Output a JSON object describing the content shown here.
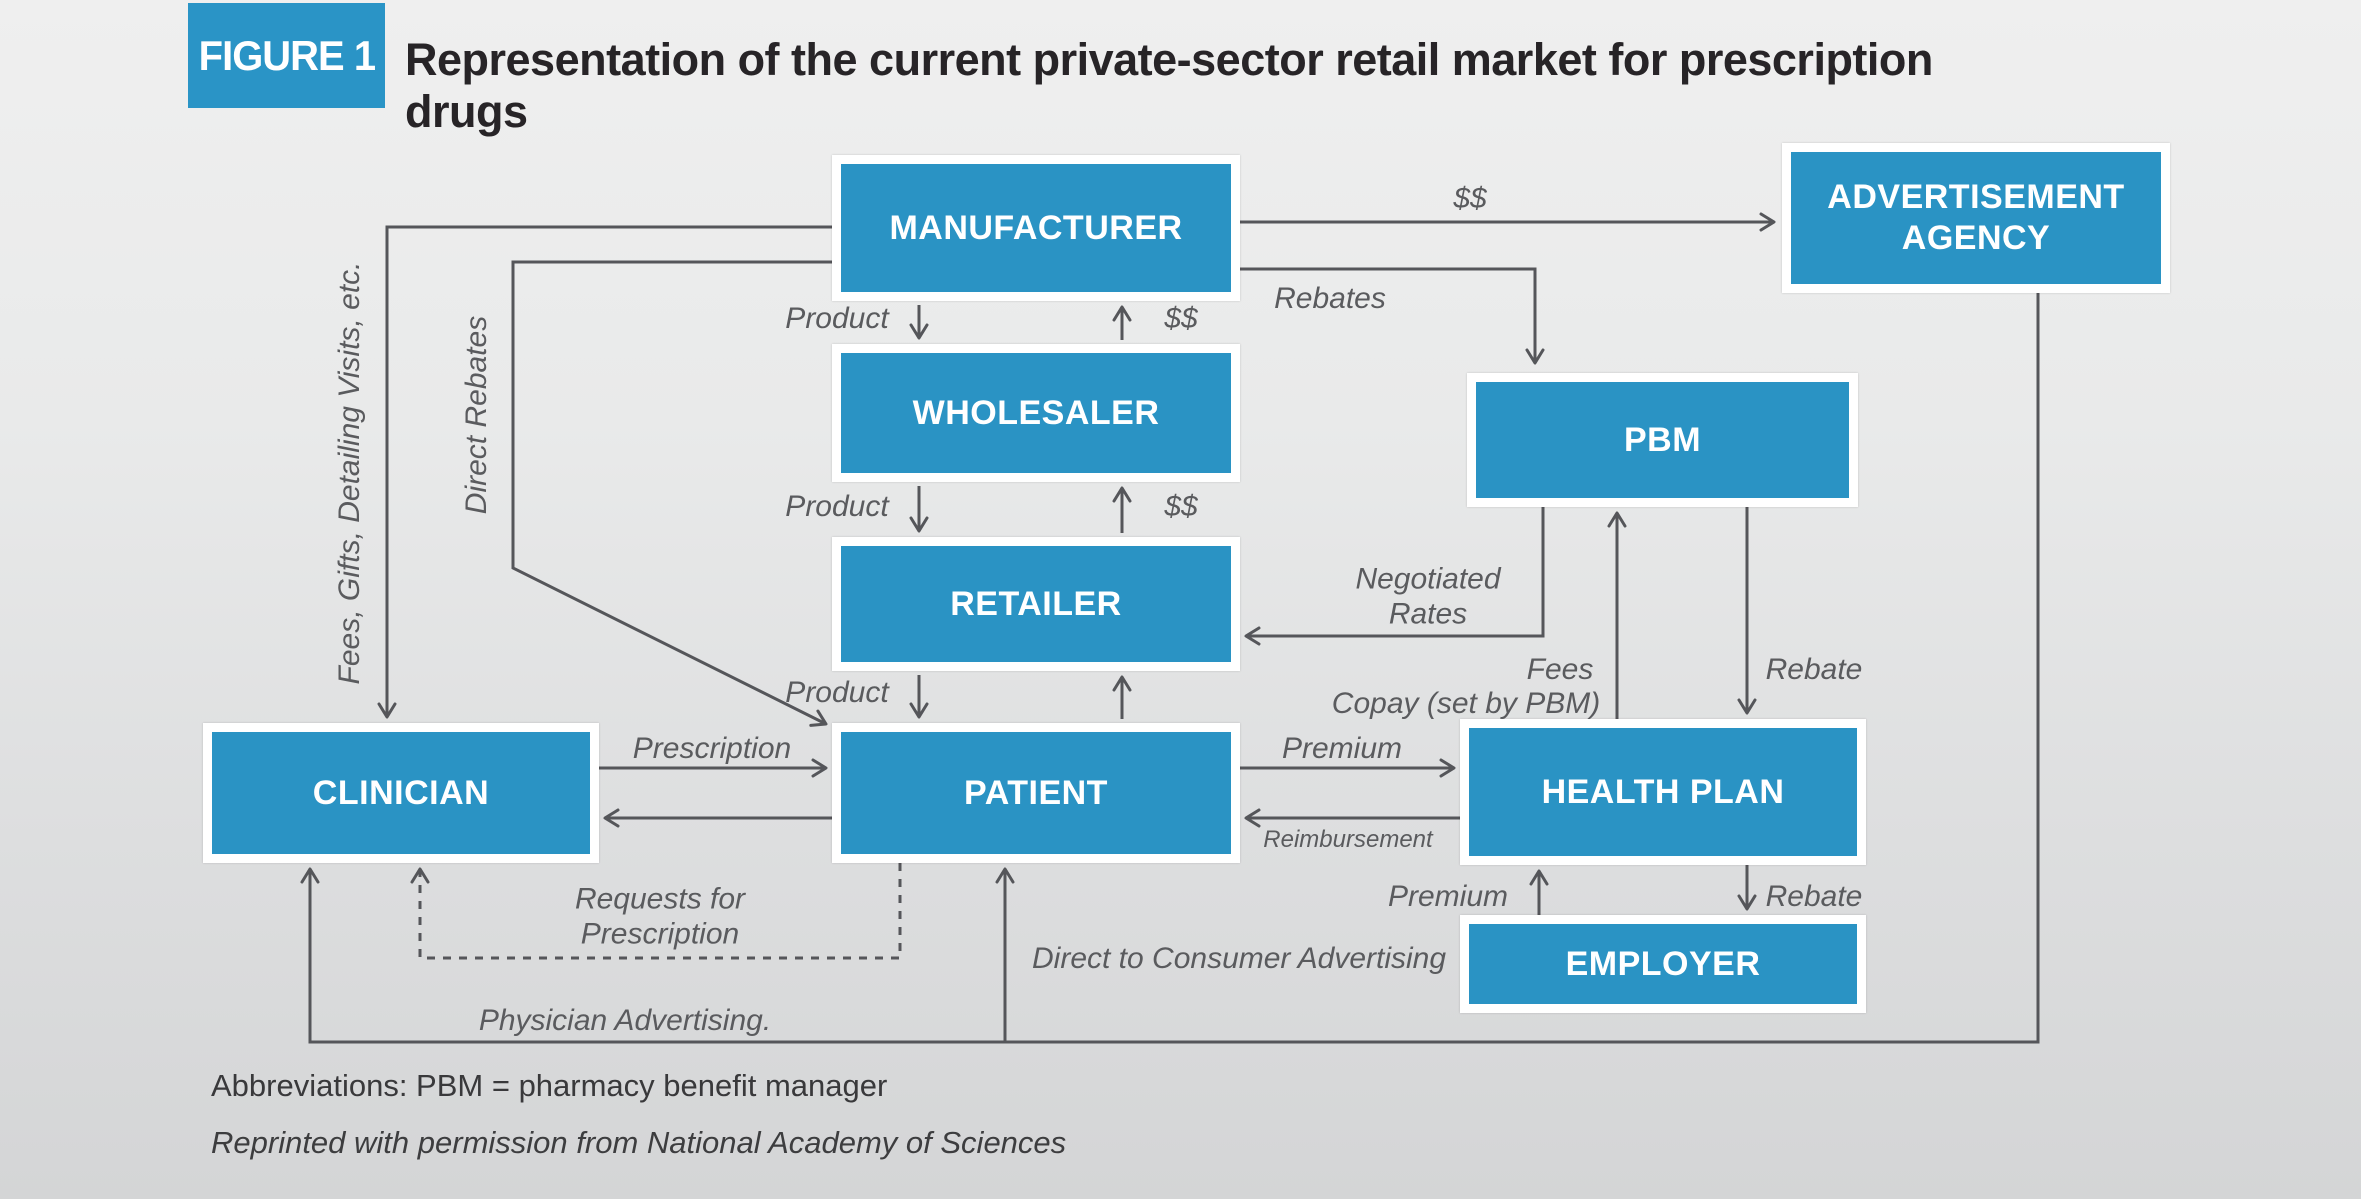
{
  "figure": {
    "badge": "FIGURE 1",
    "title": "Representation of the current private-sector retail market for prescription drugs"
  },
  "nodes": {
    "manufacturer": {
      "label": "MANUFACTURER"
    },
    "advertisement_agency": {
      "label": "ADVERTISEMENT AGENCY"
    },
    "wholesaler": {
      "label": "WHOLESALER"
    },
    "pbm": {
      "label": "PBM"
    },
    "retailer": {
      "label": "RETAILER"
    },
    "clinician": {
      "label": "CLINICIAN"
    },
    "patient": {
      "label": "PATIENT"
    },
    "health_plan": {
      "label": "HEALTH PLAN"
    },
    "employer": {
      "label": "EMPLOYER"
    }
  },
  "edge_labels": {
    "dollars": "$$",
    "rebates": "Rebates",
    "product": "Product",
    "fees_gifts": "Fees, Gifts, Detailing Visits, etc.",
    "direct_rebates": "Direct Rebates",
    "prescription": "Prescription",
    "premium": "Premium",
    "reimbursement": "Reimbursement",
    "negotiated_rates": "Negotiated Rates",
    "fees": "Fees",
    "copay": "Copay (set by PBM)",
    "rebate": "Rebate",
    "requests_for_prescription": "Requests for Prescription",
    "dtc_advertising": "Direct to Consumer Advertising",
    "physician_advertising": "Physician Advertising."
  },
  "footnotes": {
    "abbreviations": "Abbreviations: PBM = pharmacy benefit manager",
    "reprint": "Reprinted with permission from National Academy of Sciences"
  },
  "colors": {
    "node_fill": "#2a93c4",
    "badge_fill": "#2a94c6",
    "wire": "#55565a",
    "label_text": "#5a5b5e",
    "title_text": "#272427",
    "background_top": "#efefef",
    "background_bottom": "#d4d5d6"
  }
}
